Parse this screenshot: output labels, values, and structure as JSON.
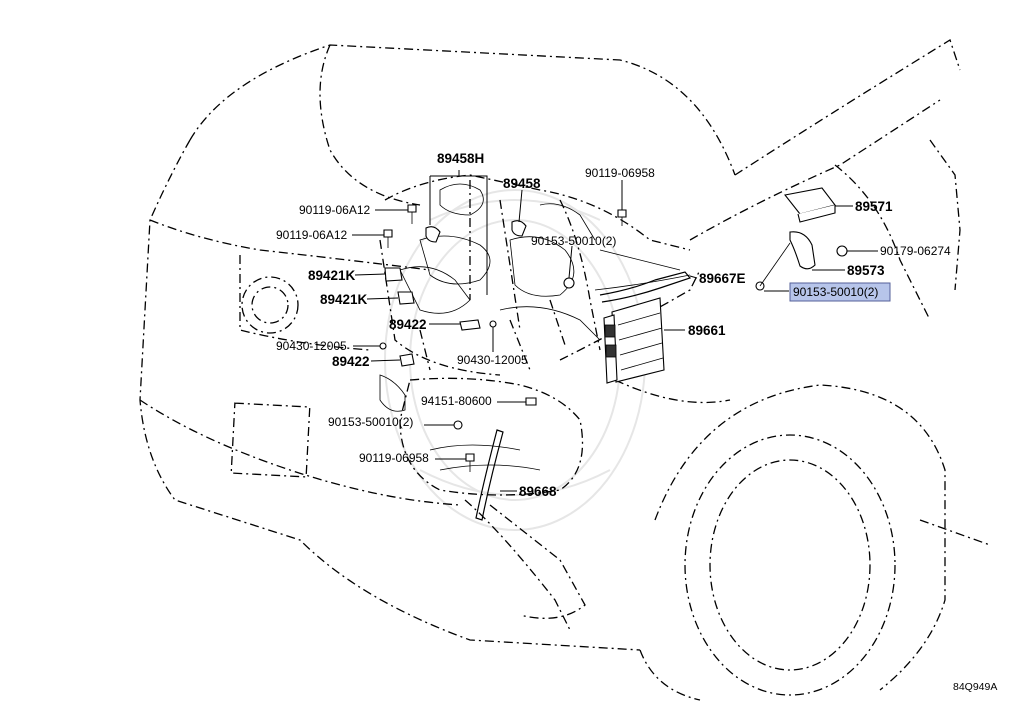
{
  "diagram_code": "84Q949A",
  "highlight_color": "#b7c5ea",
  "labels": {
    "p89458H": "89458H",
    "p89458": "89458",
    "p90119_06958_top": "90119-06958",
    "p90119_06A12_a": "90119-06A12",
    "p90119_06A12_b": "90119-06A12",
    "p90153_50010_mid": "90153-50010(2)",
    "p89571": "89571",
    "p90179_06274": "90179-06274",
    "p89573": "89573",
    "p89667E": "89667E",
    "p90153_50010_hl": "90153-50010(2)",
    "p89421K_a": "89421K",
    "p89421K_b": "89421K",
    "p89422_a": "89422",
    "p89661": "89661",
    "p90430_12005_a": "90430-12005",
    "p90430_12005_b": "90430-12005",
    "p89422_b": "89422",
    "p94151_80600": "94151-80600",
    "p90153_50010_low": "90153-50010(2)",
    "p90119_06958_low": "90119-06958",
    "p89668": "89668"
  }
}
